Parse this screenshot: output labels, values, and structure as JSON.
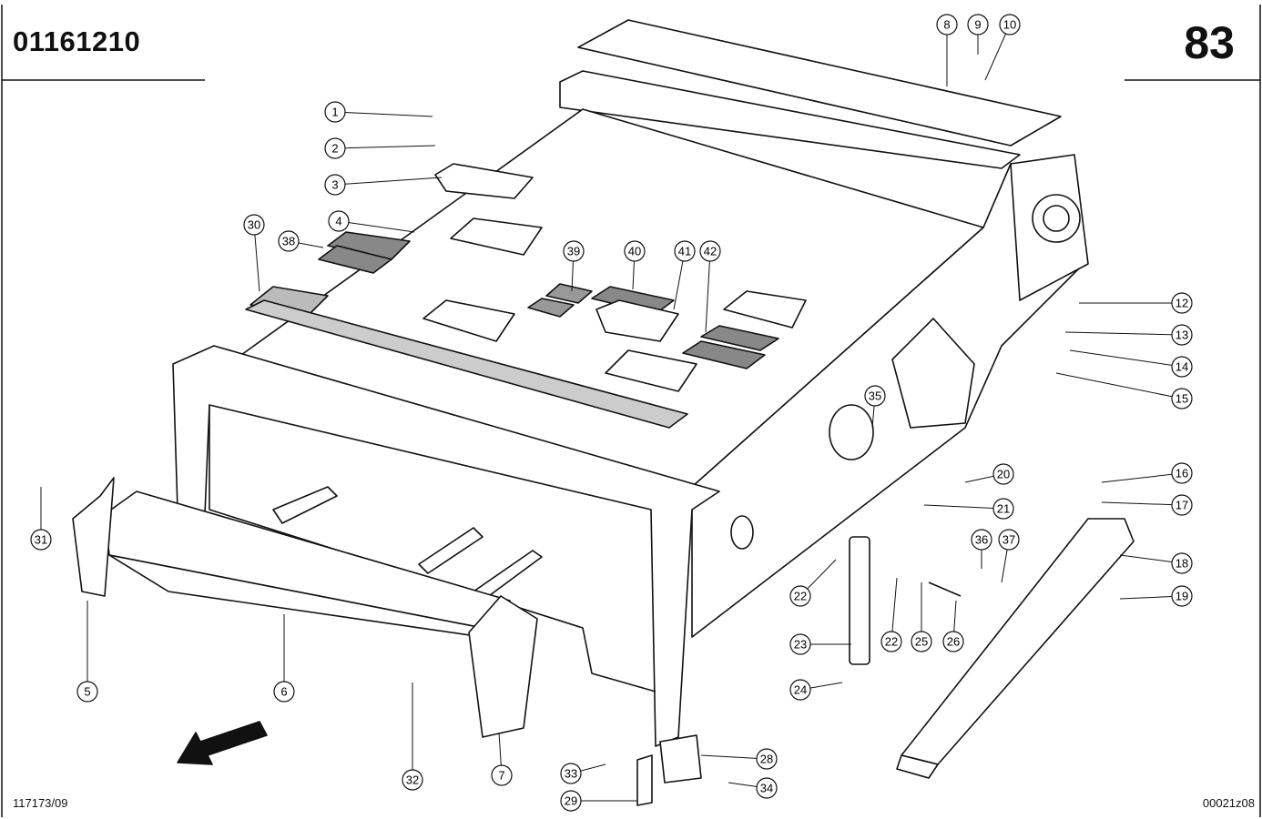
{
  "header": {
    "doc_number": "01161210",
    "page_number": "83"
  },
  "footer": {
    "left_code": "117173/09",
    "right_code": "00021z08"
  },
  "callouts": [
    "1",
    "2",
    "3",
    "4",
    "5",
    "6",
    "7",
    "8",
    "9",
    "10",
    "12",
    "13",
    "14",
    "15",
    "16",
    "17",
    "18",
    "19",
    "20",
    "21",
    "22",
    "22",
    "23",
    "24",
    "25",
    "26",
    "28",
    "29",
    "30",
    "31",
    "32",
    "33",
    "34",
    "35",
    "36",
    "37",
    "38",
    "39",
    "40",
    "41",
    "42"
  ]
}
